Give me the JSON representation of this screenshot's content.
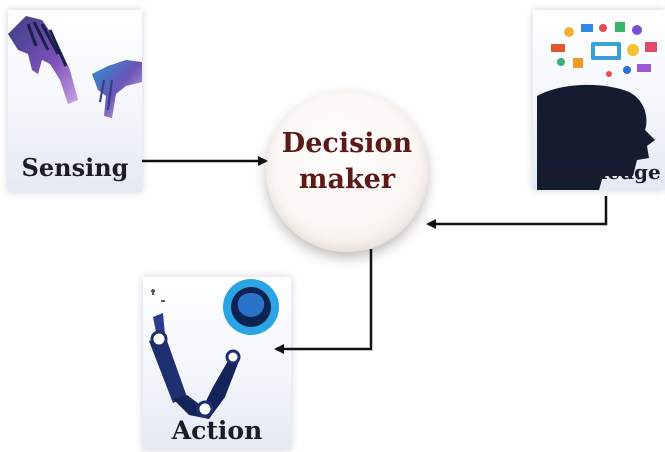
{
  "nodes": {
    "sensing": {
      "label": "Sensing",
      "icon": "hands-sensing-illustration"
    },
    "decision_maker": {
      "label": "Decision\nmaker"
    },
    "knowledge": {
      "label": "Knowledge",
      "icon": "head-with-ideas-illustration"
    },
    "action": {
      "label": "Action",
      "icon": "robot-arm-brain-illustration"
    }
  },
  "edges": [
    {
      "from": "Sensing",
      "to": "Decision maker"
    },
    {
      "from": "Knowledge",
      "to": "Decision maker"
    },
    {
      "from": "Decision maker",
      "to": "Action"
    }
  ],
  "colors": {
    "decision_text": "#5b1a17",
    "arrow": "#111111",
    "card_text": "#1b1b2a"
  }
}
